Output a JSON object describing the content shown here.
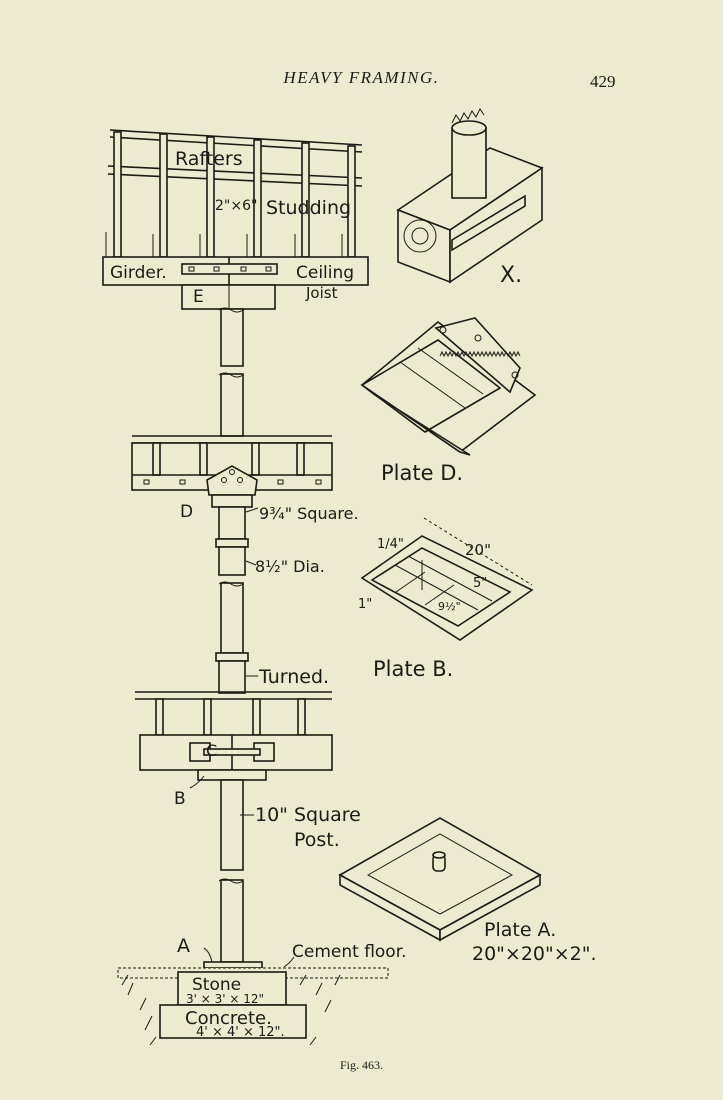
{
  "header": {
    "running_head": "HEAVY FRAMING.",
    "page_number": "429"
  },
  "figure": {
    "caption": "Fig. 463.",
    "labels": {
      "rafters": "Rafters",
      "studding_size": "2\"×6\"",
      "studding": "Studding",
      "girder": "Girder.",
      "ceiling": "Ceiling",
      "joist": "Joist",
      "e": "E",
      "x": "X.",
      "plate_d": "Plate D.",
      "d": "D",
      "square_dim": "9¾\" Square.",
      "dia": "8½\" Dia.",
      "plate_b_quarter": "1/4\"",
      "plate_b_20": "20\"",
      "plate_b_5": "5\"",
      "plate_b_1": "1\"",
      "plate_b_9": "9½\"",
      "plate_b": "Plate B.",
      "turned": "Turned.",
      "c": "C",
      "b": "B",
      "square_post_1": "10\" Square",
      "square_post_2": "Post.",
      "plate_a": "Plate A.",
      "plate_a_dims": "20\"×20\"×2\".",
      "a": "A",
      "cement_floor": "Cement floor.",
      "stone": "Stone",
      "stone_dims": "3' × 3' × 12\"",
      "concrete": "Concrete.",
      "concrete_dims": "4' × 4' × 12\"."
    }
  }
}
